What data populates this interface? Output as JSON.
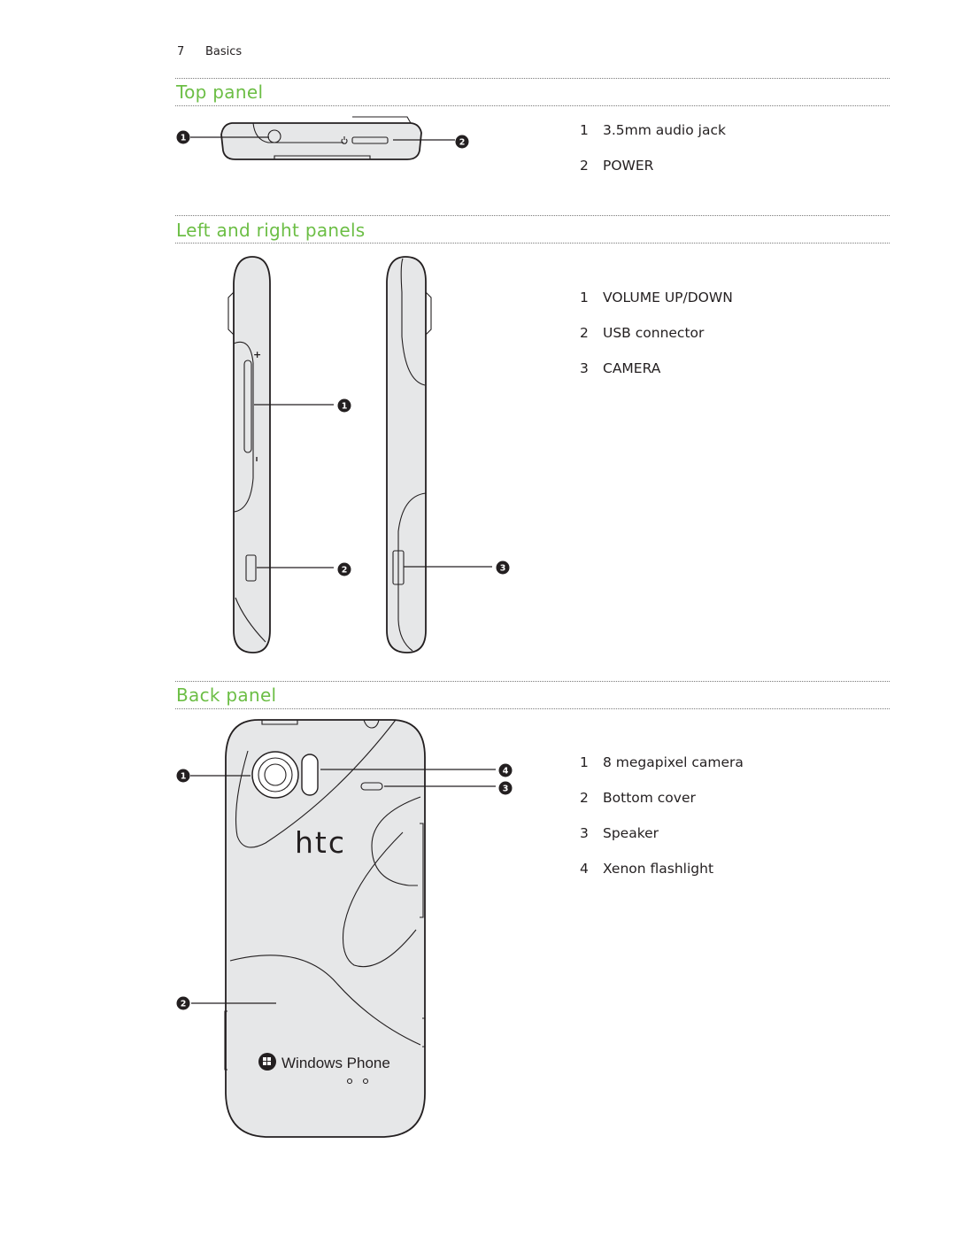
{
  "header": {
    "page_number": "7",
    "chapter": "Basics"
  },
  "sections": {
    "top": {
      "title": "Top panel",
      "items": [
        {
          "num": "1",
          "label": "3.5mm audio jack"
        },
        {
          "num": "2",
          "label": "POWER"
        }
      ]
    },
    "sides": {
      "title": "Left and right panels",
      "items": [
        {
          "num": "1",
          "label": "VOLUME UP/DOWN"
        },
        {
          "num": "2",
          "label": "USB connector"
        },
        {
          "num": "3",
          "label": "CAMERA"
        }
      ]
    },
    "back": {
      "title": "Back panel",
      "items": [
        {
          "num": "1",
          "label": "8 megapixel camera"
        },
        {
          "num": "2",
          "label": "Bottom cover"
        },
        {
          "num": "3",
          "label": "Speaker"
        },
        {
          "num": "4",
          "label": "Xenon flashlight"
        }
      ]
    }
  },
  "figure_labels": {
    "brand": "htc",
    "os_logo": "Windows Phone",
    "volume_plus": "+",
    "volume_minus": "-"
  },
  "callouts": {
    "top": [
      "1",
      "2"
    ],
    "sides": [
      "1",
      "2",
      "3"
    ],
    "back": [
      "1",
      "2",
      "3",
      "4"
    ]
  },
  "colors": {
    "heading_green": "#6cbe45",
    "device_fill": "#e6e7e8",
    "ink": "#231f20"
  }
}
